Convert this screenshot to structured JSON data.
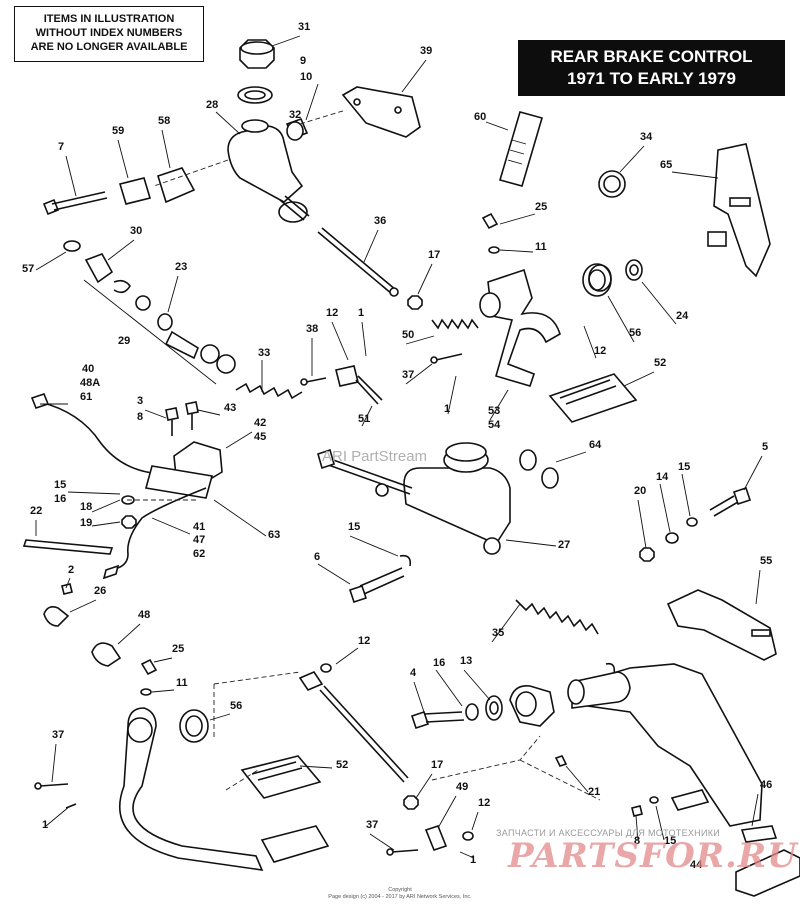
{
  "note_lines": [
    "ITEMS IN ILLUSTRATION",
    "WITHOUT INDEX NUMBERS",
    "ARE NO LONGER AVAILABLE"
  ],
  "title_lines": [
    "REAR BRAKE CONTROL",
    "1971 TO EARLY 1979"
  ],
  "callouts": [
    {
      "text": "31"
    },
    {
      "text": "9"
    },
    {
      "text": "10"
    },
    {
      "text": "39"
    },
    {
      "text": "28"
    },
    {
      "text": "32"
    },
    {
      "text": "60"
    },
    {
      "text": "34"
    },
    {
      "text": "7"
    },
    {
      "text": "59"
    },
    {
      "text": "58"
    },
    {
      "text": "65"
    },
    {
      "text": "25"
    },
    {
      "text": "36"
    },
    {
      "text": "30"
    },
    {
      "text": "57"
    },
    {
      "text": "11"
    },
    {
      "text": "17"
    },
    {
      "text": "23"
    },
    {
      "text": "29"
    },
    {
      "text": "12"
    },
    {
      "text": "1"
    },
    {
      "text": "38"
    },
    {
      "text": "50"
    },
    {
      "text": "56"
    },
    {
      "text": "24"
    },
    {
      "text": "12"
    },
    {
      "text": "33"
    },
    {
      "text": "40"
    },
    {
      "text": "48A"
    },
    {
      "text": "61"
    },
    {
      "text": "37"
    },
    {
      "text": "52"
    },
    {
      "text": "1"
    },
    {
      "text": "53"
    },
    {
      "text": "54"
    },
    {
      "text": "3"
    },
    {
      "text": "8"
    },
    {
      "text": "43"
    },
    {
      "text": "51"
    },
    {
      "text": "42"
    },
    {
      "text": "45"
    },
    {
      "text": "64"
    },
    {
      "text": "5"
    },
    {
      "text": "15"
    },
    {
      "text": "16"
    },
    {
      "text": "63"
    },
    {
      "text": "14"
    },
    {
      "text": "15"
    },
    {
      "text": "20"
    },
    {
      "text": "18"
    },
    {
      "text": "19"
    },
    {
      "text": "22"
    },
    {
      "text": "41"
    },
    {
      "text": "47"
    },
    {
      "text": "62"
    },
    {
      "text": "15"
    },
    {
      "text": "27"
    },
    {
      "text": "6"
    },
    {
      "text": "2"
    },
    {
      "text": "55"
    },
    {
      "text": "26"
    },
    {
      "text": "35"
    },
    {
      "text": "48"
    },
    {
      "text": "12"
    },
    {
      "text": "25"
    },
    {
      "text": "16"
    },
    {
      "text": "13"
    },
    {
      "text": "4"
    },
    {
      "text": "11"
    },
    {
      "text": "56"
    },
    {
      "text": "37"
    },
    {
      "text": "52"
    },
    {
      "text": "17"
    },
    {
      "text": "21"
    },
    {
      "text": "46"
    },
    {
      "text": "49"
    },
    {
      "text": "12"
    },
    {
      "text": "1"
    },
    {
      "text": "8"
    },
    {
      "text": "15"
    },
    {
      "text": "37"
    },
    {
      "text": "1"
    },
    {
      "text": "44"
    }
  ],
  "watermark_mid": "ARI PartStream",
  "watermark_ru": "ЗАПЧАСТИ И АКСЕССУАРЫ ДЛЯ МОТОТЕХНИКИ",
  "watermark_logo": "PARTSFOR.RU",
  "footer_lines": [
    "Copyright",
    "Page design (c) 2004 - 2017 by ARI Network Services, Inc."
  ]
}
